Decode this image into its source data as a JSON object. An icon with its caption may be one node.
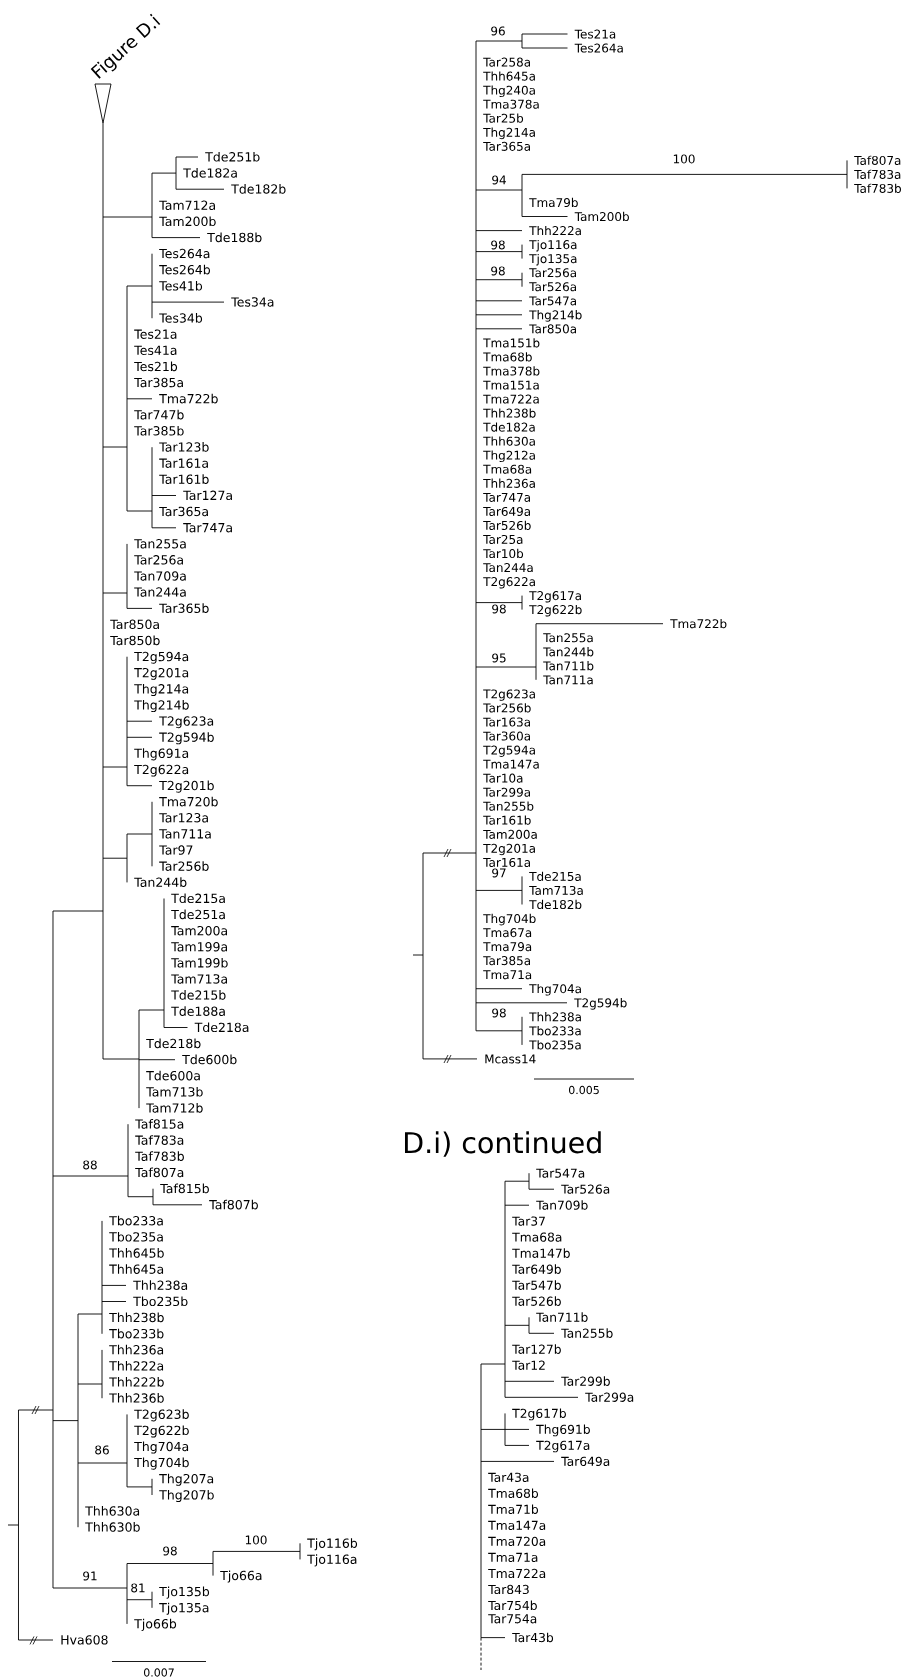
{
  "diagram": {
    "labels": [
      "Figure D.i",
      "Tde251b",
      "Tde182a",
      "Tde182b",
      "Tam712a",
      "Tam200b",
      "Tde188b",
      "Tes264a",
      "Tes264b",
      "Tes41b",
      "Tes34a",
      "Tes34b",
      "Tes21a",
      "Tes41a",
      "Tes21b",
      "Tar385a",
      "Tma722b",
      "Tar747b",
      "Tar385b",
      "Tar123b",
      "Tar161a",
      "Tar161b",
      "Tar127a",
      "Tar365a",
      "Tar747a",
      "Tan255a",
      "Tar256a",
      "Tan709a",
      "Tan244a",
      "Tar365b",
      "Tar850a",
      "Tar850b",
      "T2g594a",
      "T2g201a",
      "Thg214a",
      "Thg214b",
      "T2g623a",
      "T2g594b",
      "Thg691a",
      "T2g622a",
      "T2g201b",
      "Tma720b",
      "Tar123a",
      "Tan711a",
      "Tar97",
      "Tar256b",
      "Tan244b",
      "Tde215a",
      "Tde251a",
      "Tam200a",
      "Tam199a",
      "Tam199b",
      "Tam713a",
      "Tde215b",
      "Tde188a",
      "Tde218a",
      "Tde218b",
      "Tde600b",
      "Tde600a",
      "Tam713b",
      "Tam712b",
      "Taf815a",
      "Taf783a",
      "Taf783b",
      "Taf807a",
      "Taf815b",
      "Taf807b",
      "Tbo233a",
      "Tbo235a",
      "Thh645b",
      "Thh645a",
      "Thh238a",
      "Tbo235b",
      "Thh238b",
      "Tbo233b",
      "Thh236a",
      "Thh222a",
      "Thh222b",
      "Thh236b",
      "T2g623b",
      "T2g622b",
      "Thg704a",
      "Thg704b",
      "Thg207a",
      "Thg207b",
      "Thh630a",
      "Thh630b",
      "Tjo116b",
      "Tjo116a",
      "Tjo66a",
      "Tjo135b",
      "Tjo135a",
      "Tjo66b",
      "Hva608",
      "88",
      "86",
      "91",
      "98",
      "100",
      "81",
      "0.007",
      "Tes21a",
      "Tes264a",
      "Tar258a",
      "Thh645a",
      "Thg240a",
      "Tma378a",
      "Tar25b",
      "Thg214a",
      "Tar365a",
      "Taf807a",
      "Taf783a",
      "Taf783b",
      "Tma79b",
      "Tam200b",
      "Thh222a",
      "Tjo116a",
      "Tjo135a",
      "Tar256a",
      "Tar526a",
      "Tar547a",
      "Thg214b",
      "Tar850a",
      "Tma151b",
      "Tma68b",
      "Tma378b",
      "Tma151a",
      "Tma722a",
      "Thh238b",
      "Tde182a",
      "Thh630a",
      "Thg212a",
      "Tma68a",
      "Thh236a",
      "Tar747a",
      "Tar649a",
      "Tar526b",
      "Tar25a",
      "Tar10b",
      "Tan244a",
      "T2g622a",
      "T2g617a",
      "T2g622b",
      "Tma722b",
      "Tan255a",
      "Tan244b",
      "Tan711b",
      "Tan711a",
      "T2g623a",
      "Tar256b",
      "Tar163a",
      "Tar360a",
      "T2g594a",
      "Tma147a",
      "Tar10a",
      "Tar299a",
      "Tan255b",
      "Tar161b",
      "Tam200a",
      "T2g201a",
      "Tar161a",
      "Tde215a",
      "Tam713a",
      "Tde182b",
      "Thg704b",
      "Tma67a",
      "Tma79a",
      "Tar385a",
      "Tma71a",
      "Thg704a",
      "T2g594b",
      "Thh238a",
      "Tbo233a",
      "Tbo235a",
      "Mcass14",
      "96",
      "94",
      "100",
      "98",
      "98",
      "98",
      "95",
      "97",
      "98",
      "0.005",
      "D.i) continued",
      "Tar547a",
      "Tar526a",
      "Tan709b",
      "Tar37",
      "Tma68a",
      "Tma147b",
      "Tar649b",
      "Tar547b",
      "Tar526b",
      "Tan711b",
      "Tan255b",
      "Tar127b",
      "Tar12",
      "Tar299b",
      "Tar299a",
      "T2g617b",
      "Thg691b",
      "T2g617a",
      "Tar649a",
      "Tar43a",
      "Tma68b",
      "Tma71b",
      "Tma147a",
      "Tma720a",
      "Tma71a",
      "Tma722a",
      "Tar843",
      "Tar754b",
      "Tar754a",
      "Tar43b"
    ]
  }
}
